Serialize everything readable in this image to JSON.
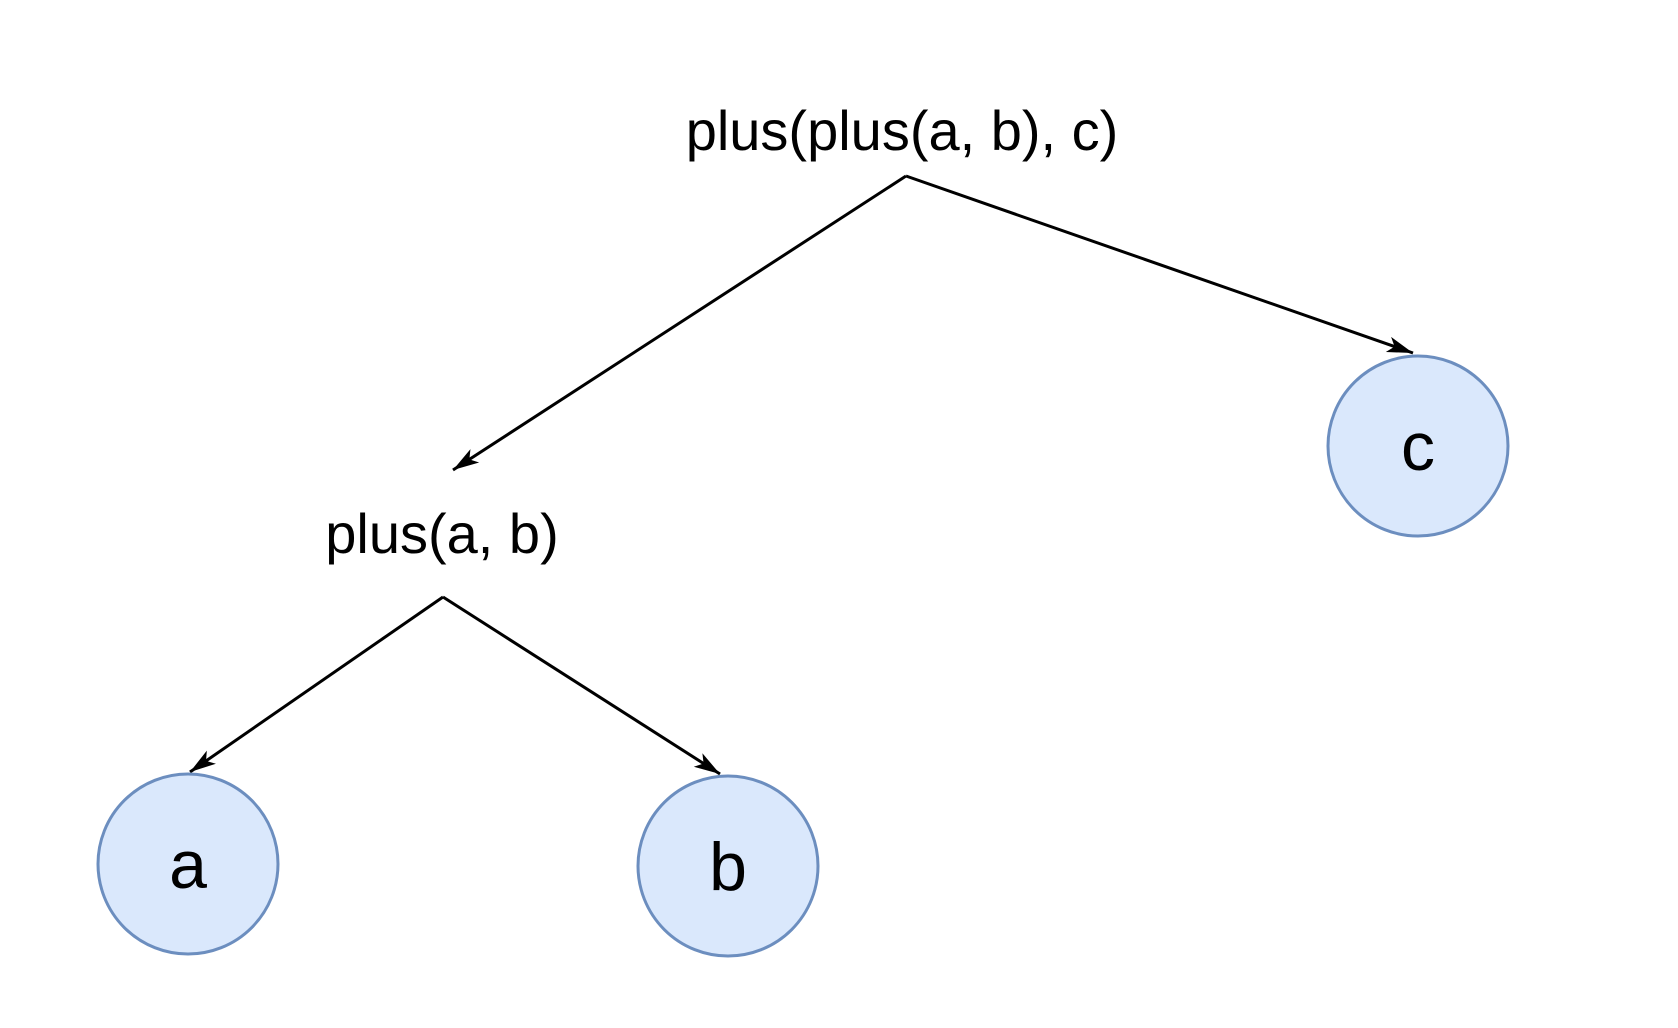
{
  "diagram": {
    "type": "expression-tree",
    "background_color": "#ffffff",
    "colors": {
      "node_fill": "#dae8fc",
      "node_stroke": "#6c8ebf",
      "edge": "#000000",
      "text": "#000000"
    },
    "root": {
      "label": "plus(plus(a, b), c)"
    },
    "subtree": {
      "label": "plus(a, b)"
    },
    "leaves": {
      "a": {
        "label": "a"
      },
      "b": {
        "label": "b"
      },
      "c": {
        "label": "c"
      }
    },
    "edges": [
      {
        "from": "plus(plus(a, b), c)",
        "to": "plus(a, b)"
      },
      {
        "from": "plus(plus(a, b), c)",
        "to": "c"
      },
      {
        "from": "plus(a, b)",
        "to": "a"
      },
      {
        "from": "plus(a, b)",
        "to": "b"
      }
    ]
  }
}
